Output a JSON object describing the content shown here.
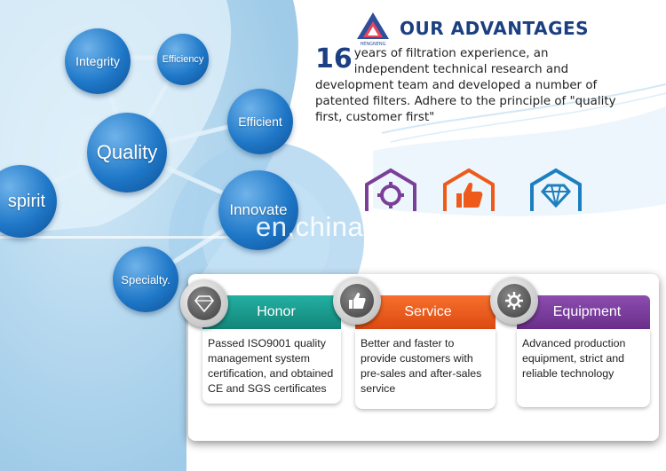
{
  "header": {
    "title": "OUR ADVANTAGES",
    "logo_caption": "HENGNENG"
  },
  "intro": {
    "big_number": "16",
    "text": "years of filtration experience, an independent technical research and development team and developed a number of patented filters. Adhere to the principle of \"quality first, customer first\""
  },
  "bubbles": {
    "integrity": "Integrity",
    "efficiency": "Efficiency",
    "efficient": "Efficient",
    "quality": "Quality",
    "spirit": "spirit",
    "innovate": "Innovate",
    "specialty": "Specialty."
  },
  "watermark": "en.china.cn",
  "cards": [
    {
      "title": "Honor",
      "text": "Passed ISO9001 quality management system certification, and obtained CE and SGS certificates",
      "icon": "diamond-icon"
    },
    {
      "title": "Service",
      "text": "Better and faster to provide customers with pre-sales and after-sales service",
      "icon": "thumbs-up-icon"
    },
    {
      "title": "Equipment",
      "text": "Advanced production equipment, strict and reliable technology",
      "icon": "gear-icon"
    }
  ],
  "colors": {
    "honor": "#1d9a8e",
    "service": "#ee5a1a",
    "equipment": "#7b3f9a",
    "title_blue": "#1c3f82",
    "bubble_blue": "#1f78c8"
  }
}
